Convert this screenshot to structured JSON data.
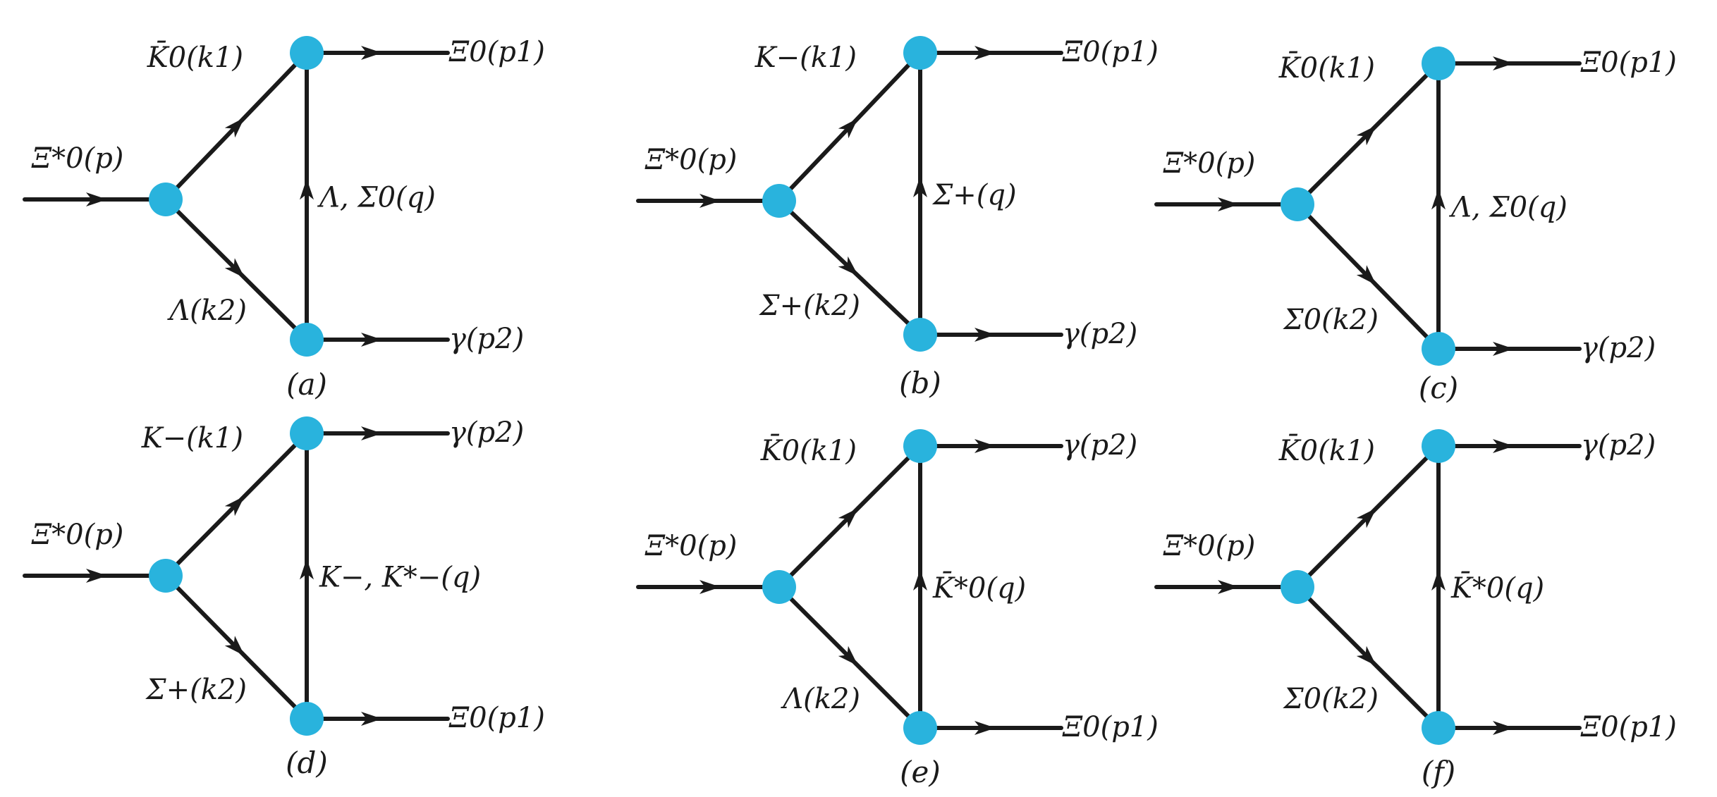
{
  "colors": {
    "line": "#1a1a1a",
    "vertex": "#29b3dd"
  },
  "diagrams": [
    {
      "caption": "(a)",
      "labels": {
        "initial": "Ξ*0(p)",
        "k1": "K̄0(k1)",
        "k2": "Λ(k2)",
        "q": "Λ, Σ0(q)",
        "out_top": "Ξ0(p1)",
        "out_bottom": "γ(p2)"
      }
    },
    {
      "caption": "(b)",
      "labels": {
        "initial": "Ξ*0(p)",
        "k1": "K−(k1)",
        "k2": "Σ+(k2)",
        "q": "Σ+(q)",
        "out_top": "Ξ0(p1)",
        "out_bottom": "γ(p2)"
      }
    },
    {
      "caption": "(c)",
      "labels": {
        "initial": "Ξ*0(p)",
        "k1": "K̄0(k1)",
        "k2": "Σ0(k2)",
        "q": "Λ, Σ0(q)",
        "out_top": "Ξ0(p1)",
        "out_bottom": "γ(p2)"
      }
    },
    {
      "caption": "(d)",
      "labels": {
        "initial": "Ξ*0(p)",
        "k1": "K−(k1)",
        "k2": "Σ+(k2)",
        "q": "K−, K*−(q)",
        "out_top": "γ(p2)",
        "out_bottom": "Ξ0(p1)"
      }
    },
    {
      "caption": "(e)",
      "labels": {
        "initial": "Ξ*0(p)",
        "k1": "K̄0(k1)",
        "k2": "Λ(k2)",
        "q": "K̄*0(q)",
        "out_top": "γ(p2)",
        "out_bottom": "Ξ0(p1)"
      }
    },
    {
      "caption": "(f)",
      "labels": {
        "initial": "Ξ*0(p)",
        "k1": "K̄0(k1)",
        "k2": "Σ0(k2)",
        "q": "K̄*0(q)",
        "out_top": "γ(p2)",
        "out_bottom": "Ξ0(p1)"
      }
    }
  ]
}
